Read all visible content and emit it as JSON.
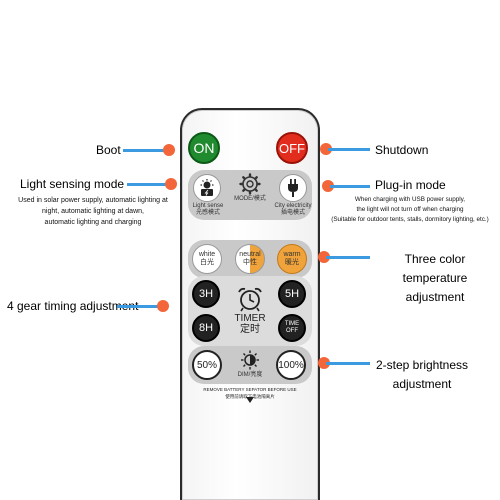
{
  "remote": {
    "on_label": "ON",
    "off_label": "OFF",
    "mode_label": "MODE/模式",
    "light_sense_label": "Light sense",
    "light_sense_cn": "光感模式",
    "city_label": "City electricity",
    "city_cn": "插电模式",
    "white_label": "white",
    "white_cn": "白光",
    "neutral_label": "neutral",
    "neutral_cn": "中性",
    "warm_label": "warm",
    "warm_cn": "暖光",
    "3h": "3H",
    "5h": "5H",
    "8h": "8H",
    "timer_label": "TIMER",
    "timer_cn": "定时",
    "time_off_top": "TIME",
    "time_off_bottom": "OFF",
    "dim_50": "50%",
    "dim_100": "100%",
    "dim_label": "DIM/亮度",
    "warning_en": "REMOVE BATTERY SEPATOR BEFORE USE",
    "warning_cn": "使用前请取下电池隔离片"
  },
  "annotations": {
    "boot": "Boot",
    "shutdown": "Shutdown",
    "light_sensing_mode": "Light sensing mode",
    "light_sensing_desc": [
      "Used in solar power supply, automatic lighting at",
      "night, automatic lighting at dawn,",
      "automatic lighting and charging"
    ],
    "plug_in_mode": "Plug-in mode",
    "plug_in_desc": [
      "When charging with USB power supply,",
      "the light will not turn off when charging",
      "(Suitable for outdoor tents, stalls, dormitory lighting, etc.)"
    ],
    "three_color": [
      "Three color temperature",
      "adjustment"
    ],
    "four_gear": "4 gear timing adjustment",
    "two_step": [
      "2-step brightness",
      "adjustment"
    ]
  },
  "colors": {
    "on": "#1f8a2e",
    "off": "#e22d1e",
    "warm": "#f0a33a",
    "line": "#3c9ae0",
    "dot": "#f2663a"
  }
}
